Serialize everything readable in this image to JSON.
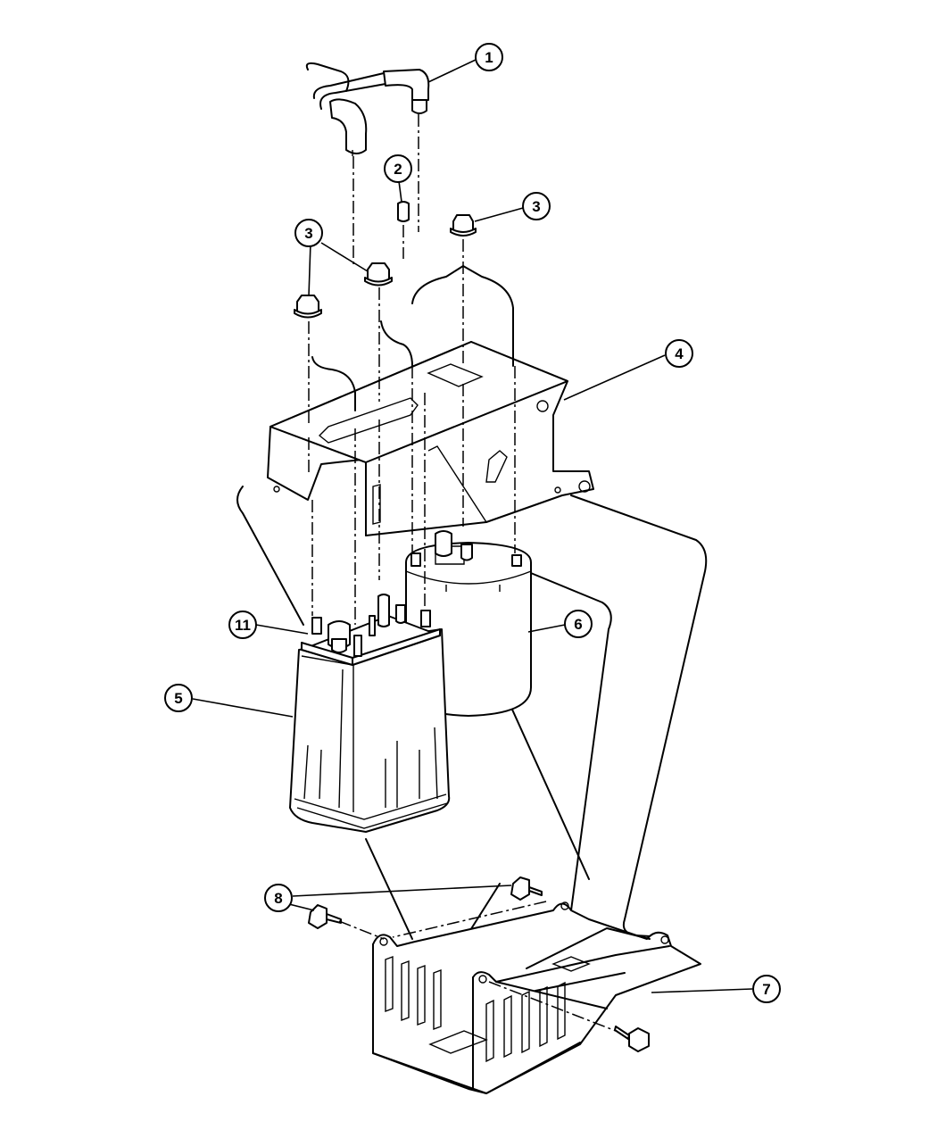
{
  "diagram": {
    "callouts": [
      {
        "id": "c1",
        "label": "1"
      },
      {
        "id": "c2",
        "label": "2"
      },
      {
        "id": "c3a",
        "label": "3"
      },
      {
        "id": "c3b",
        "label": "3"
      },
      {
        "id": "c4",
        "label": "4"
      },
      {
        "id": "c5",
        "label": "5"
      },
      {
        "id": "c6",
        "label": "6"
      },
      {
        "id": "c7",
        "label": "7"
      },
      {
        "id": "c8",
        "label": "8"
      },
      {
        "id": "c11",
        "label": "11"
      }
    ]
  }
}
